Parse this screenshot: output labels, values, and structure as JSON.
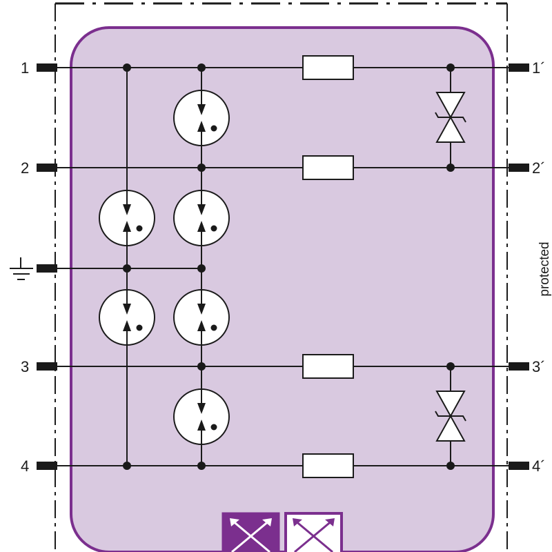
{
  "terminals": {
    "in": [
      "1",
      "2",
      "3",
      "4"
    ],
    "out": [
      "1´",
      "2´",
      "3´",
      "4´"
    ]
  },
  "side_label": "protected",
  "icons": {
    "ground": "ground-icon",
    "gas_discharge_tube": "gas-discharge-tube-icon",
    "resistor": "resistor-icon",
    "tvs_diode": "bidirectional-tvs-diode-icon",
    "connector_left": "connector-icon",
    "connector_right": "connector-icon"
  },
  "colors": {
    "housing_fill": "#d9c9e0",
    "housing_border": "#7b2f8e",
    "wire": "#1a1a1a",
    "connector_left_fill": "#7b2f8e",
    "connector_right_fill": "#ffffff"
  }
}
